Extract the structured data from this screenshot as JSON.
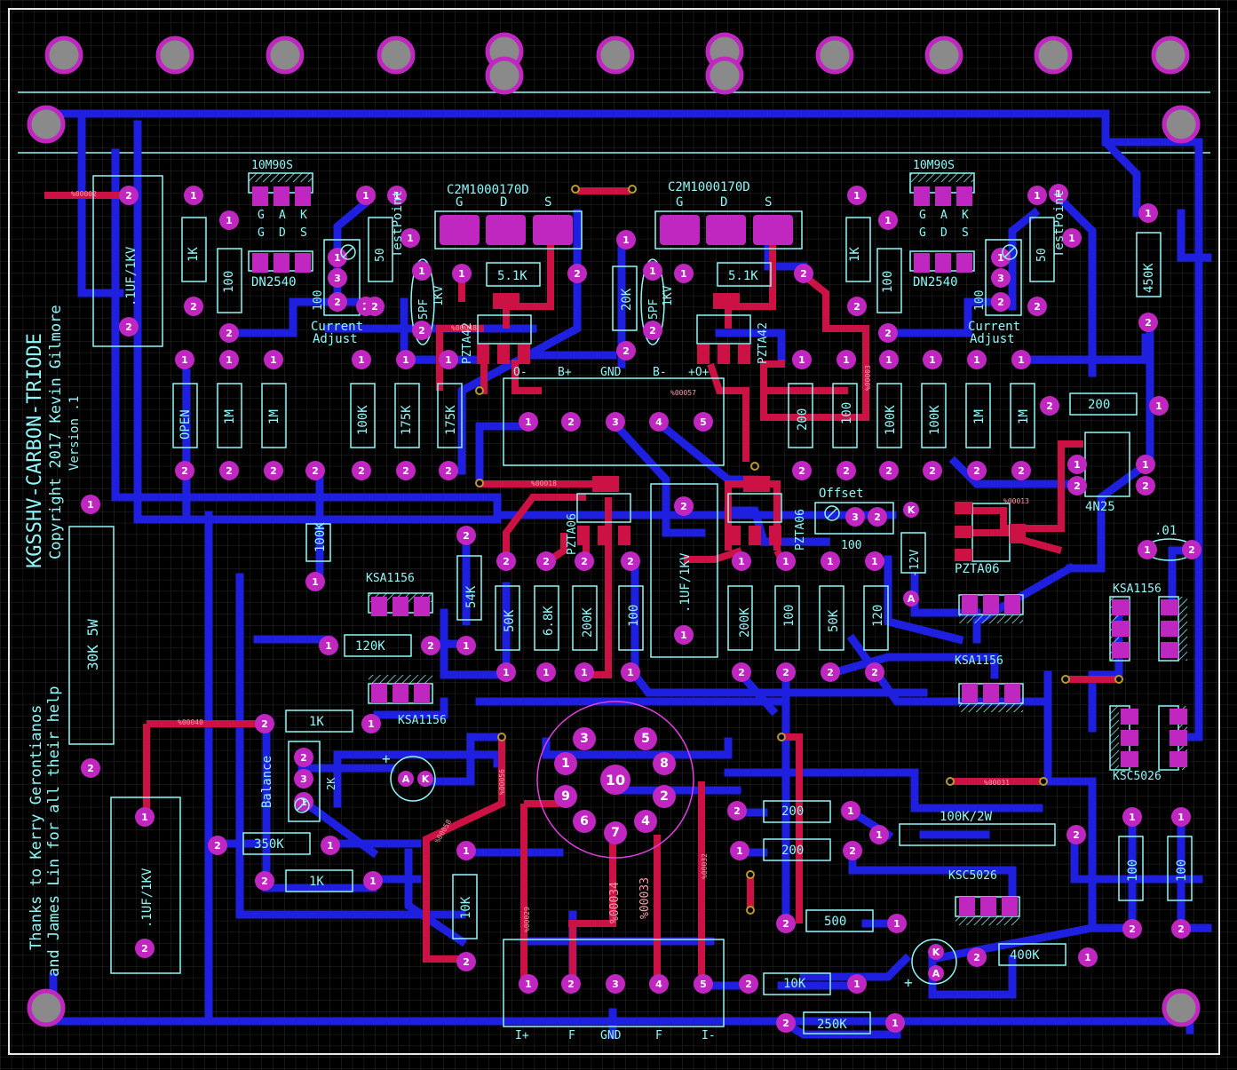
{
  "colors": {
    "background": "#000000",
    "grid": "#2a2a2a",
    "bottom_copper": "#1f1fe0",
    "top_copper": "#cc1144",
    "pad": "#c026c0",
    "hole": "#8a8a8a",
    "silkscreen": "#8ff7f7",
    "via_ring": "#b89a2a"
  },
  "credits": {
    "title": "KGSSHV-CARBON-TRIODE",
    "copyright": "Copyright 2017 Kevin Gilmore",
    "version": "Version .1",
    "thanks_line1": "Thanks to Kerry Gerontianos",
    "thanks_line2": "and James Lin for all their help"
  },
  "labels": {
    "c2m_left": "C2M1000170D",
    "c2m_right": "C2M1000170D",
    "gds": [
      "G",
      "D",
      "S"
    ],
    "gak": [
      "G",
      "A",
      "K"
    ],
    "dn_gds": [
      "G",
      "D",
      "S"
    ],
    "m90s": "10M90S",
    "dn2540": "DN2540",
    "testpoint": "TestPoint",
    "current_adjust_1": "Current",
    "current_adjust_2": "Adjust",
    "pzta42": "PZTA42",
    "pzta06": "PZTA06",
    "ksa1156": "KSA1156",
    "ksc5026": "KSC5026",
    "spf": "5PF",
    "kv1": "1KV",
    "cap_1uf": ".1UF/1KV",
    "power_header": [
      "O-",
      "B+",
      "GND",
      "B-",
      "+O+"
    ],
    "output_header": [
      "I+",
      "F",
      "GND",
      "F",
      "I-"
    ],
    "offset": "Offset",
    "balance": "Balance",
    "neg12v": "-12V",
    "zener_k": "K",
    "zener_a": "A",
    "opto": "4N25",
    "cap_01": ".01",
    "r_30k": "30K 5W",
    "r_100k_2w": "100K/2W",
    "trim_2k": "2K",
    "trim_100": "100",
    "pot_50": "50",
    "plus": "+",
    "pad_k": "K",
    "pad_a": "A"
  },
  "resistors": {
    "r1k": "1K",
    "r100": "100",
    "r5_1k": "5.1K",
    "r20k": "20K",
    "ropen": "OPEN",
    "r1m": "1M",
    "r100k": "100K",
    "r175k": "175K",
    "r200": "200",
    "r450k": "450K",
    "r54k": "54K",
    "r50k": "50K",
    "r6_8k": "6.8K",
    "r200k": "200K",
    "r120": "120",
    "r120k": "120K",
    "r350k": "350K",
    "r10k": "10K",
    "r500": "500",
    "r400k": "400K",
    "r250k": "250K"
  },
  "pins": [
    "1",
    "2",
    "3",
    "4",
    "5",
    "6",
    "7",
    "8",
    "9",
    "10"
  ],
  "net_labels": [
    "%00002",
    "%00057",
    "%00018",
    "%00040",
    "%00013",
    "%00031",
    "%00029",
    "%00034",
    "%00033",
    "%00032",
    "%00056",
    "%00058",
    "%00048",
    "%00003"
  ]
}
